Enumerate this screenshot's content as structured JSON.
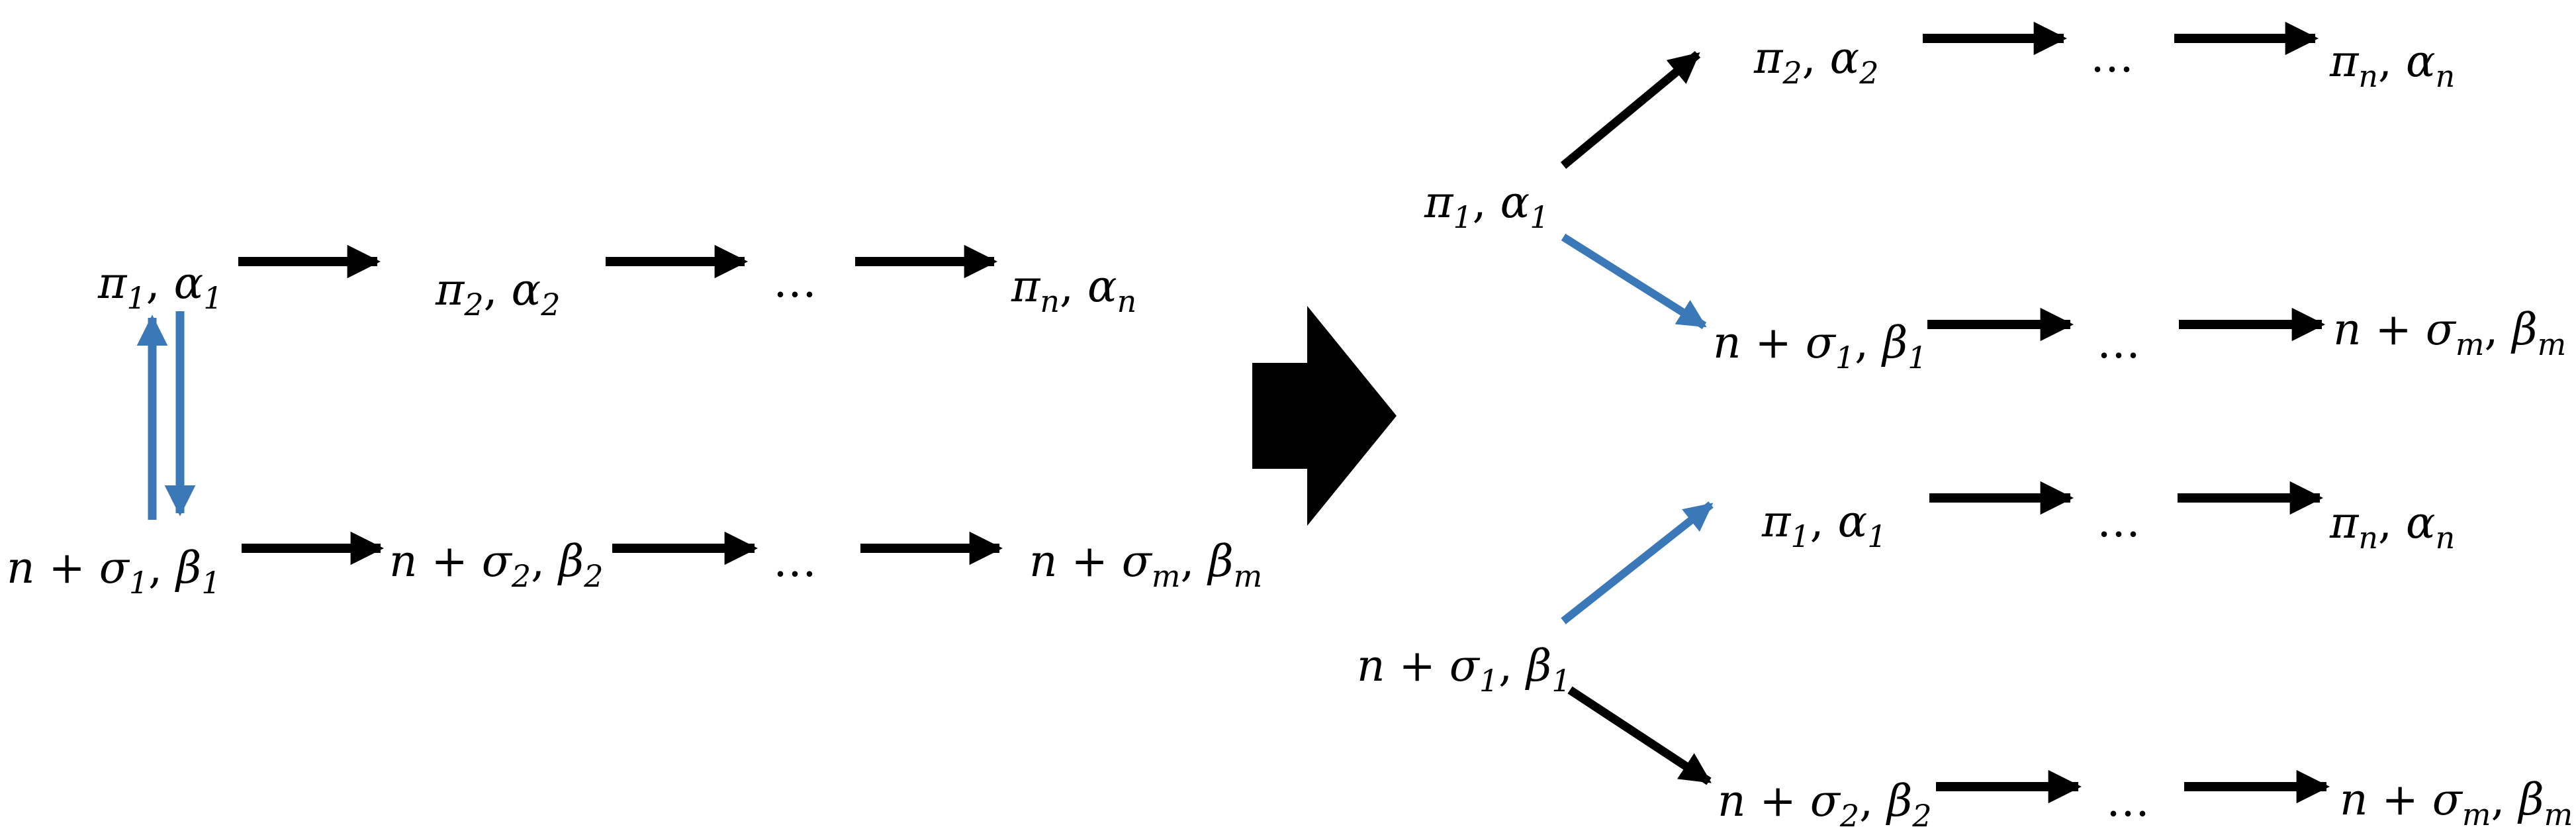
{
  "colors": {
    "sequence_arrow": "#000000",
    "swap_arrow": "#3B78B8",
    "transform_arrow": "#000000"
  },
  "left": {
    "top_row": [
      {
        "base": "π",
        "sub": "1",
        "sep": ", ",
        "base2": "α",
        "sub2": "1"
      },
      {
        "base": "π",
        "sub": "2",
        "sep": ", ",
        "base2": "α",
        "sub2": "2"
      },
      {
        "ellipsis": "…"
      },
      {
        "base": "π",
        "sub": "n",
        "sep": ", ",
        "base2": "α",
        "sub2": "n"
      }
    ],
    "bottom_row": [
      {
        "pre": "n + ",
        "base": "σ",
        "sub": "1",
        "sep": ", ",
        "base2": "β",
        "sub2": "1"
      },
      {
        "pre": "n + ",
        "base": "σ",
        "sub": "2",
        "sep": ", ",
        "base2": "β",
        "sub2": "2"
      },
      {
        "ellipsis": "…"
      },
      {
        "pre": "n + ",
        "base": "σ",
        "sub": "m",
        "sep": ", ",
        "base2": "β",
        "sub2": "m"
      }
    ]
  },
  "right": {
    "upper_root": {
      "base": "π",
      "sub": "1",
      "sep": ", ",
      "base2": "α",
      "sub2": "1"
    },
    "upper_branch_a": [
      {
        "base": "π",
        "sub": "2",
        "sep": ", ",
        "base2": "α",
        "sub2": "2"
      },
      {
        "ellipsis": "…"
      },
      {
        "base": "π",
        "sub": "n",
        "sep": ", ",
        "base2": "α",
        "sub2": "n"
      }
    ],
    "upper_branch_b": [
      {
        "pre": "n + ",
        "base": "σ",
        "sub": "1",
        "sep": ", ",
        "base2": "β",
        "sub2": "1"
      },
      {
        "ellipsis": "…"
      },
      {
        "pre": "n + ",
        "base": "σ",
        "sub": "m",
        "sep": ", ",
        "base2": "β",
        "sub2": "m"
      }
    ],
    "lower_root": {
      "pre": "n + ",
      "base": "σ",
      "sub": "1",
      "sep": ", ",
      "base2": "β",
      "sub2": "1"
    },
    "lower_branch_a": [
      {
        "base": "π",
        "sub": "1",
        "sep": ", ",
        "base2": "α",
        "sub2": "1"
      },
      {
        "ellipsis": "…"
      },
      {
        "base": "π",
        "sub": "n",
        "sep": ", ",
        "base2": "α",
        "sub2": "n"
      }
    ],
    "lower_branch_b": [
      {
        "pre": "n + ",
        "base": "σ",
        "sub": "2",
        "sep": ", ",
        "base2": "β",
        "sub2": "2"
      },
      {
        "ellipsis": "…"
      },
      {
        "pre": "n + ",
        "base": "σ",
        "sub": "m",
        "sep": ", ",
        "base2": "β",
        "sub2": "m"
      }
    ]
  }
}
